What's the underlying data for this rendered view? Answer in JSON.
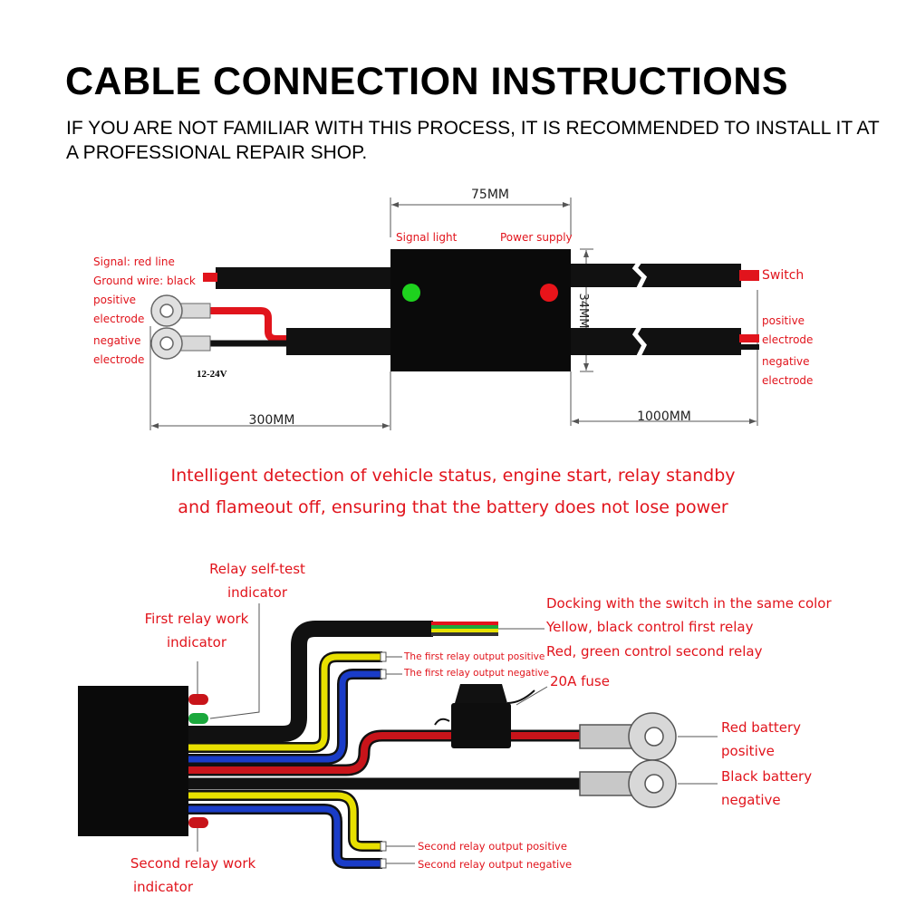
{
  "header": {
    "title": "CABLE CONNECTION INSTRUCTIONS",
    "subtitle": "IF YOU ARE NOT FAMILIAR WITH THIS PROCESS, IT IS RECOMMENDED TO INSTALL IT AT A PROFESSIONAL REPAIR SHOP."
  },
  "top_diagram": {
    "dim_width": "75MM",
    "dim_height": "34MM",
    "dim_left": "300MM",
    "dim_right": "1000MM",
    "signal_light": "Signal light",
    "power_supply": "Power supply",
    "signal_red_line": "Signal: red line",
    "ground_wire": "Ground wire: black",
    "positive": "positive",
    "electrode": "electrode",
    "negative": "negative",
    "voltage": "12-24V",
    "switch": "Switch",
    "colors": {
      "led_green": "#1ed21e",
      "led_red": "#e8141a",
      "wire_red": "#e1141c"
    }
  },
  "description": "Intelligent detection of vehicle status, engine start, relay standby and flameout off, ensuring that the battery does not lose power",
  "bottom_diagram": {
    "relay_self_test_1": "Relay self-test",
    "relay_self_test_2": "indicator",
    "first_relay_1": "First relay work",
    "first_relay_2": "indicator",
    "docking": "Docking with the switch in the same color",
    "yellow_black": "Yellow, black control first relay",
    "red_green": "Red, green control second relay",
    "first_out_pos": "The first relay output positive",
    "first_out_neg": "The first relay output negative",
    "fuse": "20A fuse",
    "red_batt_1": "Red battery",
    "red_batt_2": "positive",
    "black_batt_1": "Black battery",
    "black_batt_2": "negative",
    "second_out_pos": "Second relay output positive",
    "second_out_neg": "Second relay output negative",
    "second_relay_1": "Second relay work",
    "second_relay_2": "indicator",
    "colors": {
      "yellow": "#e8e000",
      "blue": "#1a3cc8",
      "red": "#c8141a",
      "green": "#1aa83c"
    }
  }
}
